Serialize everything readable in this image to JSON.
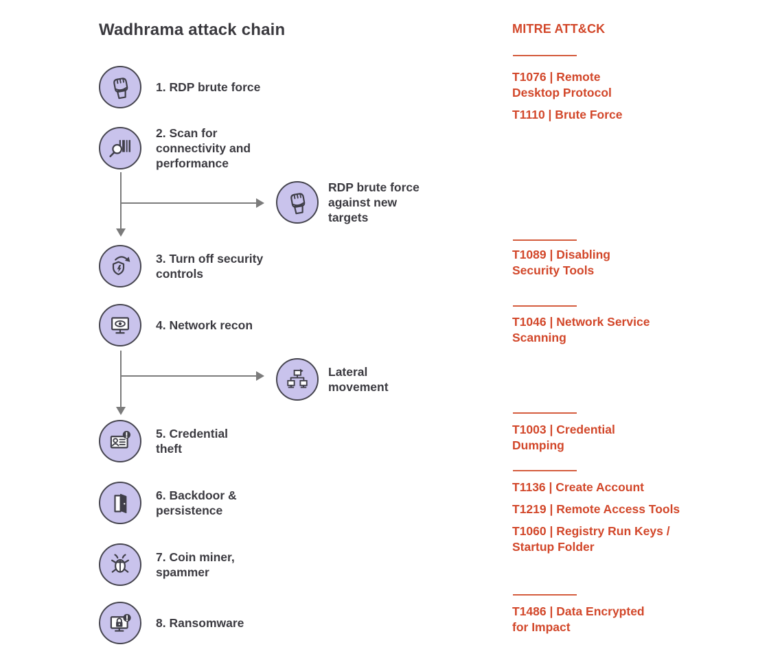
{
  "title": "Wadhrama attack chain",
  "colors": {
    "accent_red": "#d2472a",
    "icon_fill": "#c9c3ec",
    "icon_border": "#45444e",
    "text_dark": "#3b3a40",
    "connector_gray": "#7b7b7b"
  },
  "steps": [
    {
      "icon": "fist-icon",
      "label": "1. RDP brute force"
    },
    {
      "icon": "scan-icon",
      "label": "2. Scan for\nconnectivity and\nperformance"
    },
    {
      "icon": "disable-security-icon",
      "label": "3. Turn off security\ncontrols"
    },
    {
      "icon": "monitor-eye-icon",
      "label": "4. Network recon"
    },
    {
      "icon": "id-card-alert-icon",
      "label": "5. Credential\ntheft"
    },
    {
      "icon": "open-door-icon",
      "label": "6. Backdoor &\npersistence"
    },
    {
      "icon": "bug-icon",
      "label": "7. Coin miner,\nspammer"
    },
    {
      "icon": "ransomware-monitor-icon",
      "label": "8. Ransomware"
    }
  ],
  "branches": [
    {
      "icon": "fist-icon",
      "label": "RDP brute force\nagainst new\ntargets"
    },
    {
      "icon": "lateral-network-icon",
      "label": "Lateral\nmovement"
    }
  ],
  "mitre": {
    "header": "MITRE ATT&CK",
    "groups": [
      {
        "entries": [
          "T1076 | Remote\nDesktop Protocol",
          "T1110 | Brute Force"
        ]
      },
      {
        "entries": [
          "T1089 | Disabling\nSecurity Tools"
        ]
      },
      {
        "entries": [
          "T1046 | Network Service\nScanning"
        ]
      },
      {
        "entries": [
          "T1003 | Credential\nDumping"
        ]
      },
      {
        "entries": [
          "T1136 | Create Account",
          "T1219 | Remote Access Tools",
          "T1060 | Registry Run Keys /\nStartup Folder"
        ]
      },
      {
        "entries": [
          "T1486 | Data Encrypted\nfor Impact"
        ]
      }
    ]
  }
}
